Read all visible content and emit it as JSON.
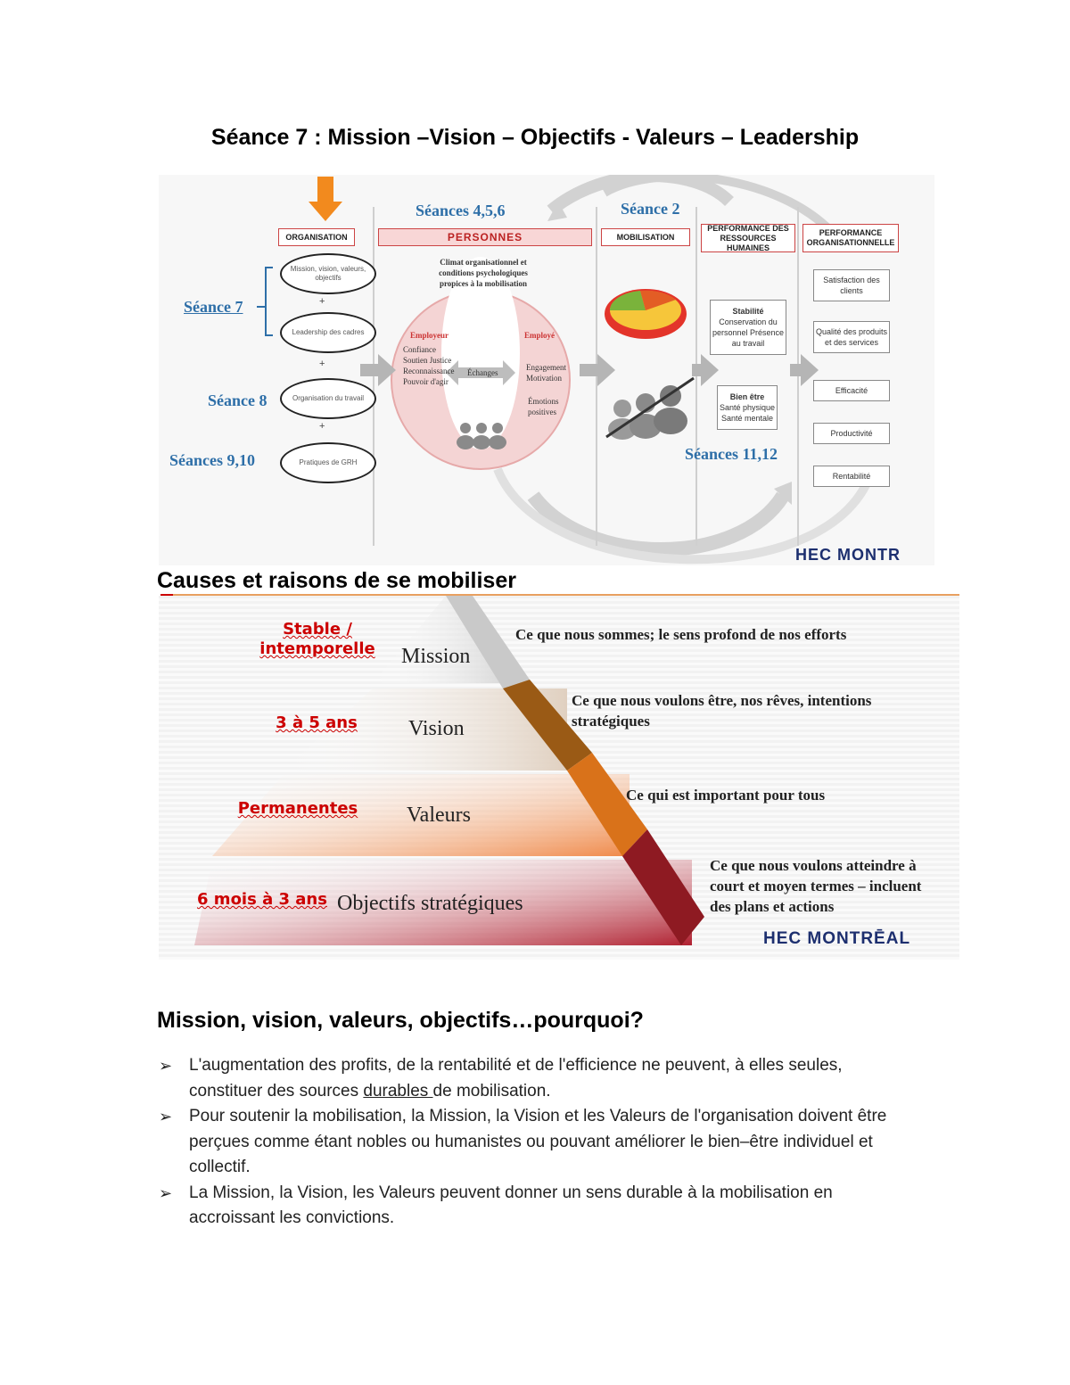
{
  "title": "Séance 7 : Mission –Vision – Objectifs - Valeurs – Leadership",
  "figure1": {
    "seance_labels": {
      "s456": "Séances 4,5,6",
      "s2": "Séance 2",
      "s7": "Séance 7",
      "s8": "Séance 8",
      "s910": "Séances 9,10",
      "s1112": "Séances 11,12"
    },
    "headers": {
      "organisation": "ORGANISATION",
      "personnes": "PERSONNES",
      "mobilisation": "MOBILISATION",
      "perf_rh": "PERFORMANCE DES RESSOURCES HUMAINES",
      "perf_org": "PERFORMANCE ORGANISATIONNELLE"
    },
    "ovals": {
      "o1": "Mission, vision, valeurs, objectifs",
      "o2": "Leadership des cadres",
      "o3": "Organisation du travail",
      "o4": "Pratiques de GRH"
    },
    "plus": "+",
    "climat": "Climat organisationnel et conditions psychologiques propices à la mobilisation",
    "employeur": {
      "title": "Employeur",
      "items": "Confiance Soutien Justice Reconnaissance Pouvoir d'agir"
    },
    "employe": {
      "title": "Employé",
      "items1": "Engagement Motivation",
      "items2": "Émotions positives"
    },
    "echanges": "Échanges",
    "rh_box1": {
      "title": "Stabilité",
      "body": "Conservation du personnel Présence au travail"
    },
    "rh_box2": {
      "title": "Bien être",
      "body": "Santé physique Santé mentale"
    },
    "org_boxes": [
      "Satisfaction des clients",
      "Qualité des produits et des services",
      "Efficacité",
      "Productivité",
      "Rentabilité"
    ],
    "logo": "HEC MONTR"
  },
  "section2_heading": "Causes et raisons de se mobiliser",
  "figure2": {
    "tiers": [
      {
        "left": "Stable / intemporelle",
        "label": "Mission",
        "desc": "Ce que nous sommes; le sens profond de nos efforts"
      },
      {
        "left": "3 à 5 ans",
        "label": "Vision",
        "desc": "Ce que nous voulons être, nos rêves, intentions stratégiques"
      },
      {
        "left": "Permanentes",
        "label": "Valeurs",
        "desc": "Ce qui est important pour tous"
      },
      {
        "left": "6 mois à 3 ans",
        "label": "Objectifs stratégiques",
        "desc": "Ce que nous voulons atteindre à court et moyen termes – incluent des plans et actions"
      }
    ],
    "logo": "HEC MONTRĒAL",
    "colors": {
      "mission": "#c9c9c9",
      "vision": "#9a5a15",
      "valeurs": "#d9721a",
      "objectifs": "#8e1a22"
    }
  },
  "section3_heading": "Mission, vision, valeurs, objectifs…pourquoi?",
  "bullets": [
    {
      "a": "L'augmentation des profits, de la rentabilité et de l'efficience ne peuvent, à elles seules, constituer des sources ",
      "u": "durables ",
      "b": "de mobilisation."
    },
    {
      "a": "Pour soutenir la mobilisation, la Mission, la Vision et les Valeurs de l'organisation doivent être perçues comme étant nobles ou humanistes ou pouvant améliorer le bien–être individuel et collectif."
    },
    {
      "a": "La Mission, la Vision, les Valeurs peuvent donner un sens durable à la mobilisation en accroissant les convictions."
    }
  ],
  "bullet_mark": "➢"
}
